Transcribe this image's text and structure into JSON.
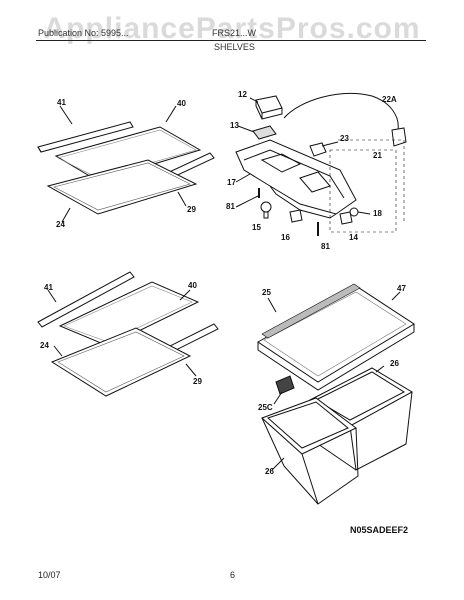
{
  "watermark": "AppliancePartsPros.com",
  "header": {
    "publication": "Publication No: 5995...",
    "model": "FRS21...W",
    "section": "SHELVES"
  },
  "callouts": {
    "c41a": "41",
    "c40a": "40",
    "c29a": "29",
    "c24a": "24",
    "c12": "12",
    "c22a": "22A",
    "c13": "13",
    "c23": "23",
    "c21": "21",
    "c17": "17",
    "c81a": "81",
    "c18": "18",
    "c15": "15",
    "c16": "16",
    "c81b": "81",
    "c14": "14",
    "c41b": "41",
    "c40b": "40",
    "c24b": "24",
    "c29b": "29",
    "c25": "25",
    "c47": "47",
    "c26a": "26",
    "c25c": "25C",
    "c26b": "26"
  },
  "diagram_code": "N05SADEEF2",
  "footer": {
    "date": "10/07",
    "page": "6"
  }
}
